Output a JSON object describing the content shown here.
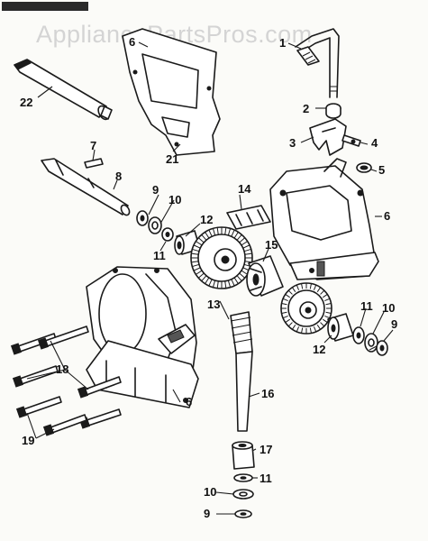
{
  "watermark": "AppliancePartsPros.com",
  "header_tag": "",
  "labels": {
    "p1": "1",
    "p2": "2",
    "p3": "3",
    "p4": "4",
    "p5": "5",
    "p6a": "6",
    "p6b": "6",
    "p6c": "6",
    "p7": "7",
    "p8": "8",
    "p9a": "9",
    "p9b": "9",
    "p9c": "9",
    "p10a": "10",
    "p10b": "10",
    "p10c": "10",
    "p11a": "11",
    "p11b": "11",
    "p11c": "11",
    "p12a": "12",
    "p12b": "12",
    "p13": "13",
    "p14": "14",
    "p15": "15",
    "p16": "16",
    "p17": "17",
    "p18": "18",
    "p19": "19",
    "p21": "21",
    "p22": "22"
  }
}
